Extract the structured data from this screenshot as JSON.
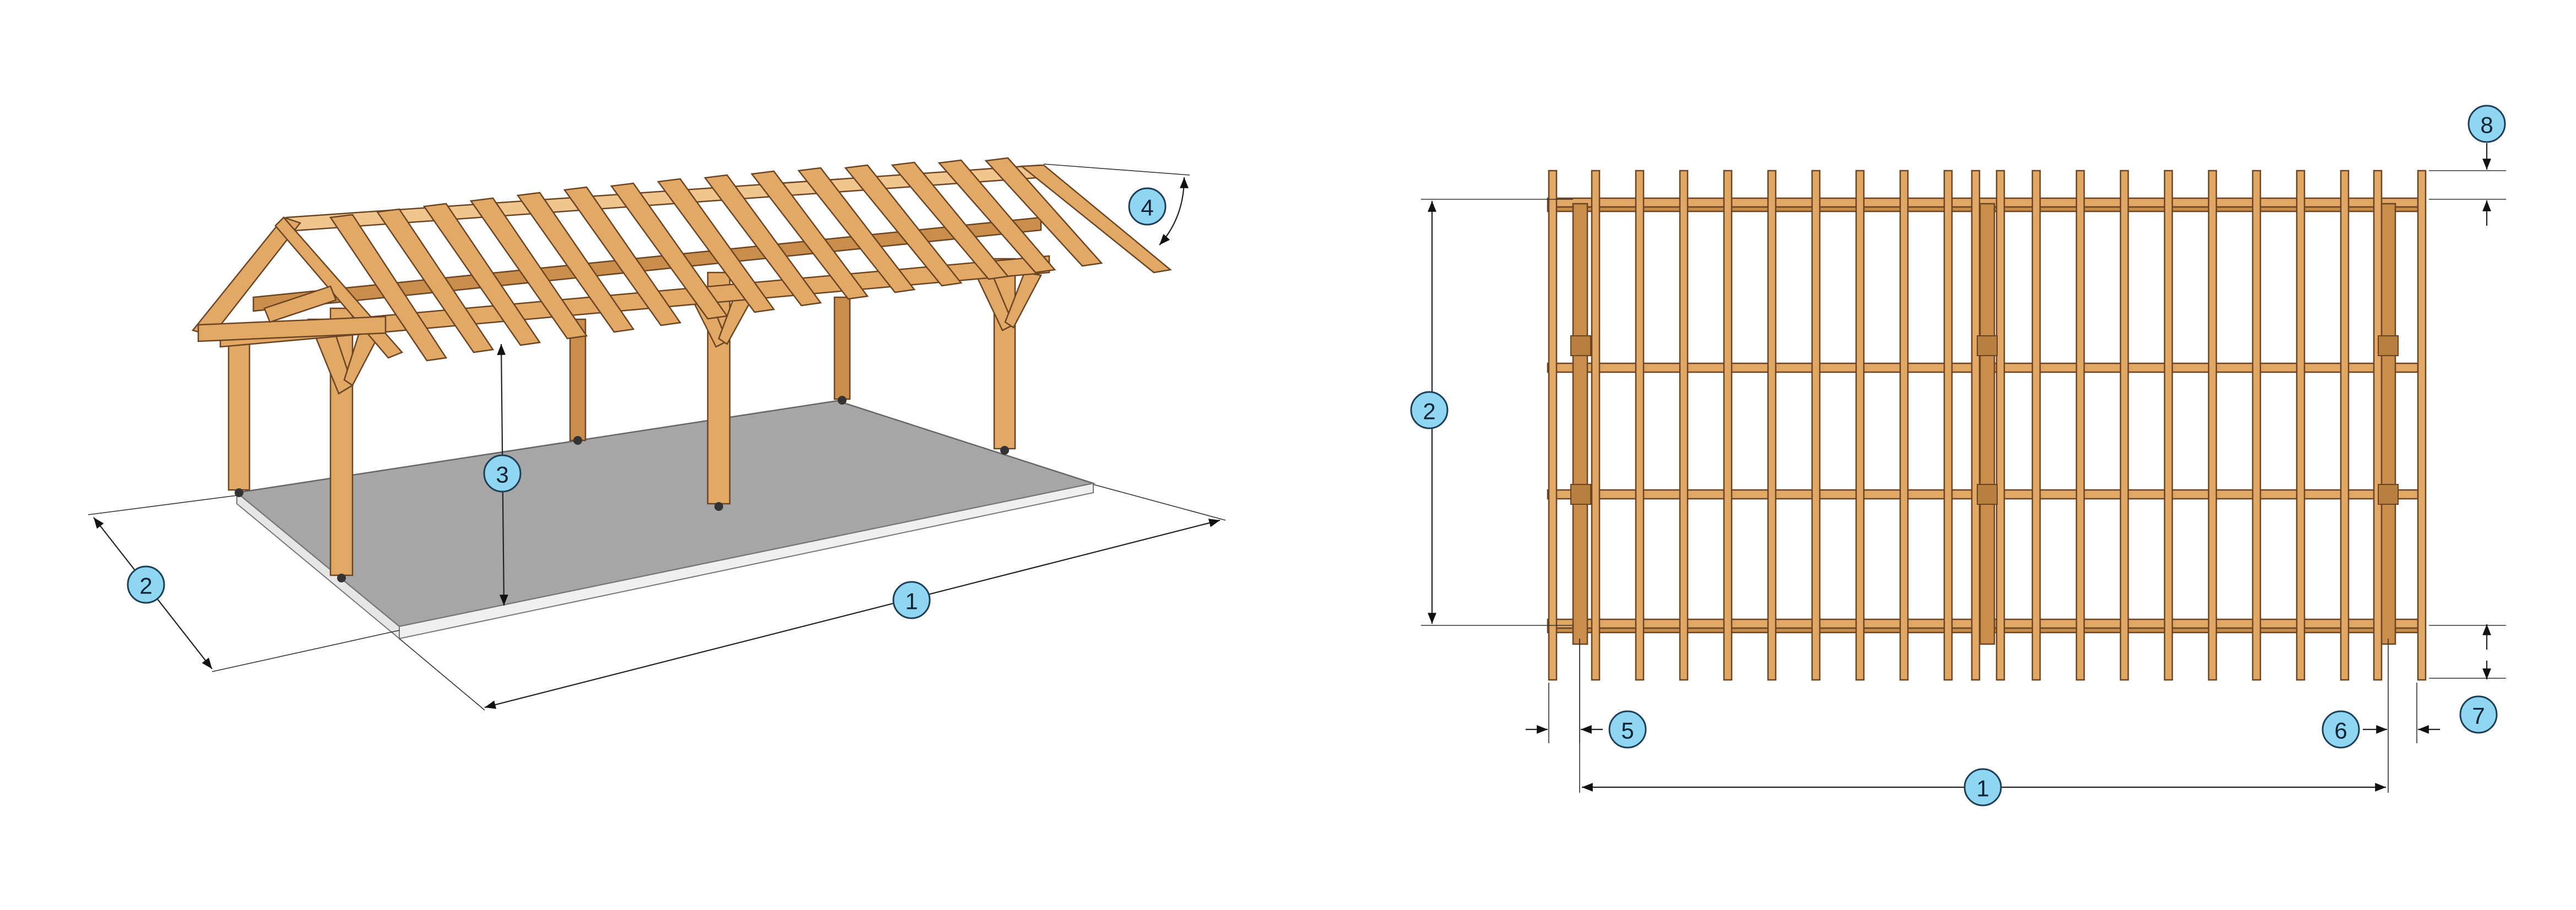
{
  "badges": {
    "b1": "1",
    "b2": "2",
    "b3": "3",
    "b4": "4",
    "b5": "5",
    "b6": "6",
    "b7": "7",
    "b8": "8"
  },
  "colors": {
    "wood": "#e1a866",
    "wood_dark": "#c98d4c",
    "slab": "#a6a6a6",
    "badge_fill": "#8fd6f2"
  }
}
